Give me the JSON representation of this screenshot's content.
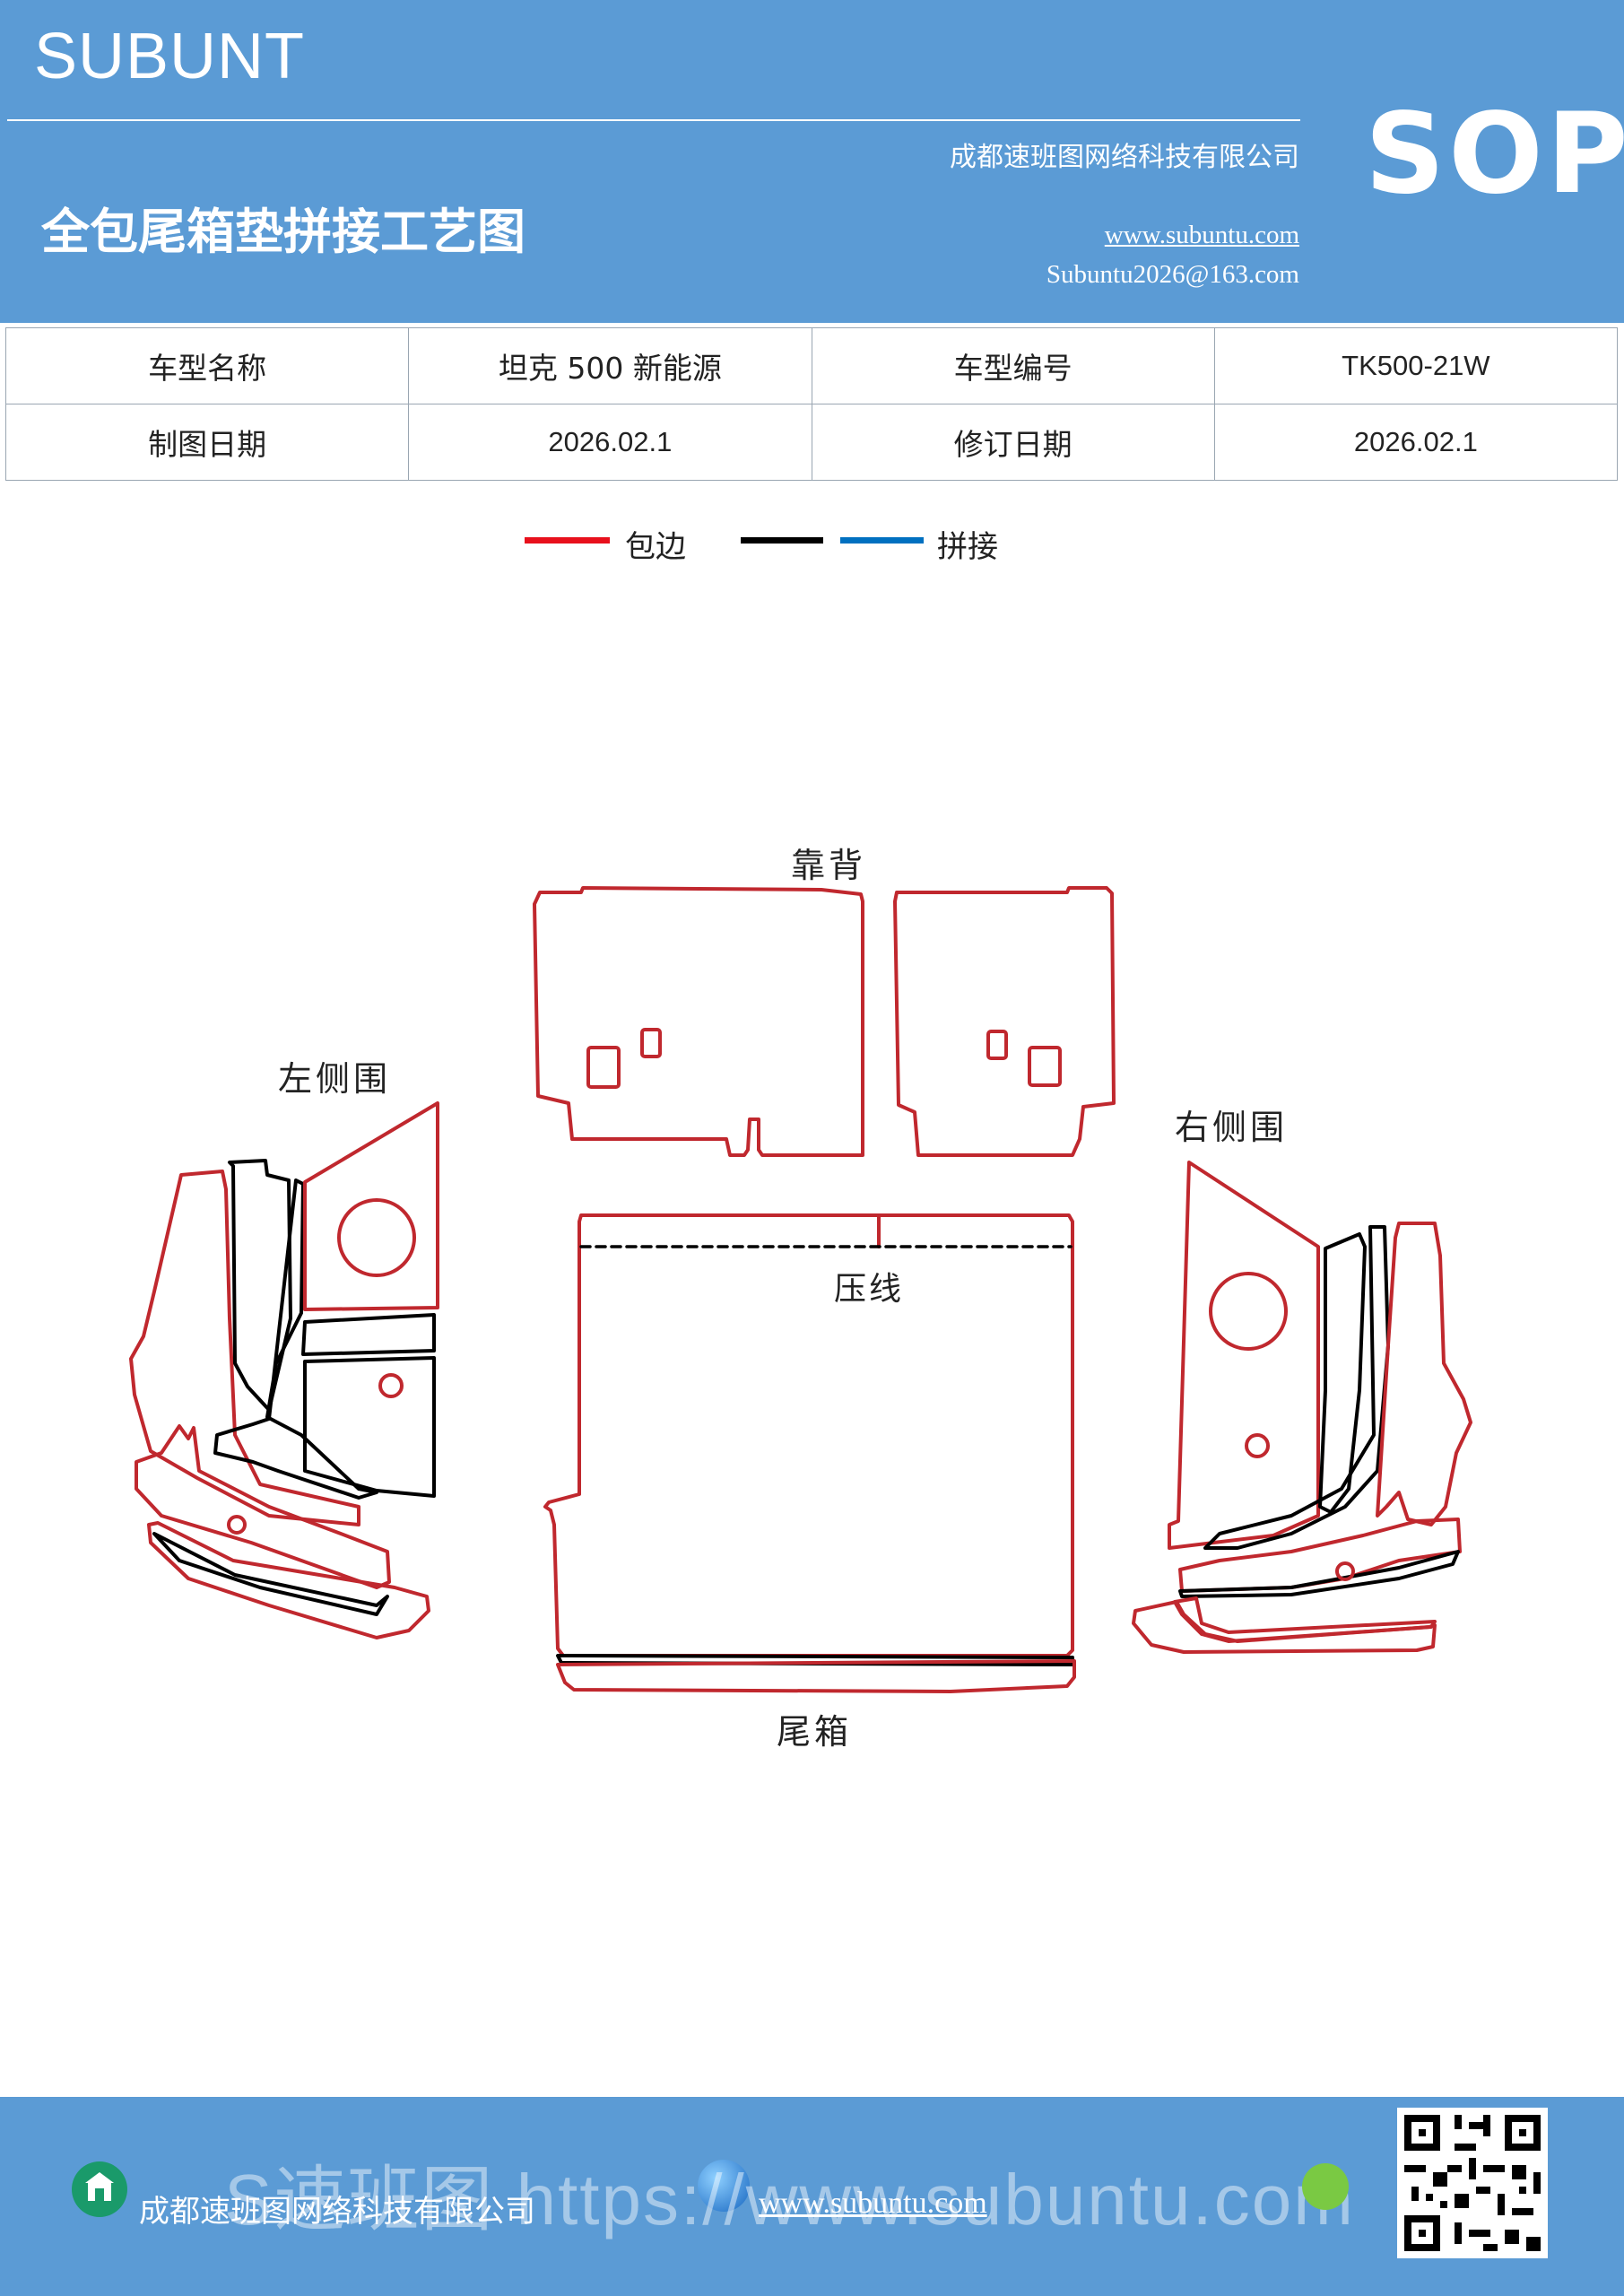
{
  "header": {
    "brand": "SUBUNT",
    "title": "全包尾箱垫拼接工艺图",
    "company": "成都速班图网络科技有限公司",
    "website": "www.subuntu.com",
    "email": "Subuntu2026@163.com",
    "badge": "SOP"
  },
  "info_table": {
    "model_name_label": "车型名称",
    "model_name_value": "坦克 500 新能源",
    "model_code_label": "车型编号",
    "model_code_value": "TK500-21W",
    "drawing_date_label": "制图日期",
    "drawing_date_value": "2026.02.1",
    "revision_date_label": "修订日期",
    "revision_date_value": "2026.02.1"
  },
  "legend": {
    "edge_label": "包边",
    "edge_color": "#e8101c",
    "black_color": "#000000",
    "splice_color": "#0070c0",
    "splice_label": "拼接"
  },
  "parts": {
    "backrest": "靠背",
    "left_side": "左侧围",
    "right_side": "右侧围",
    "crease": "压线",
    "trunk": "尾箱"
  },
  "footer": {
    "company": "成都速班图网络科技有限公司",
    "website": "www.subuntu.com",
    "watermark": "S速班图 https://www.subuntu.com"
  },
  "icons": [
    "building-icon",
    "globe-icon",
    "wechat-icon",
    "qr-code"
  ]
}
